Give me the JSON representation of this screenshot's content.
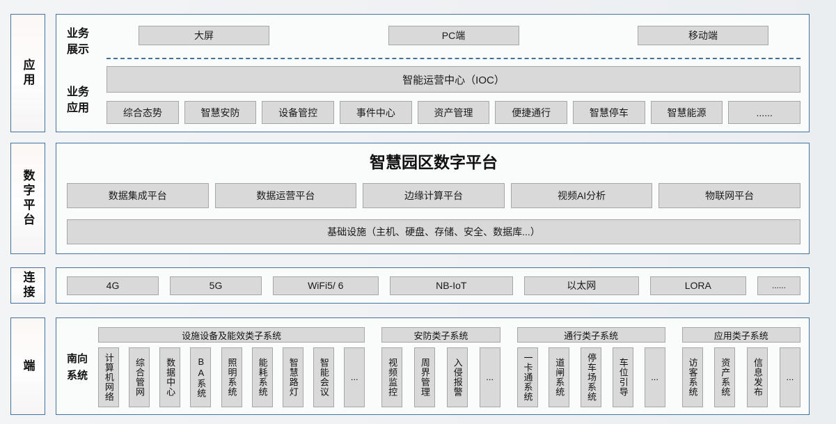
{
  "colors": {
    "accent_border": "#41719C",
    "block_fill": "#D9D9D9",
    "block_border": "#A6A6A6",
    "panel_bg": "#FAFBFB",
    "page_bg": "#EEF0F2"
  },
  "left_labels": [
    "应用",
    "数字平台",
    "连接",
    "端"
  ],
  "app": {
    "display_label": "业务展示",
    "display_items": [
      "大屏",
      "PC端",
      "移动端"
    ],
    "business_label": "业务应用",
    "ioc": "智能运营中心（IOC）",
    "business_items": [
      "综合态势",
      "智慧安防",
      "设备管控",
      "事件中心",
      "资产管理",
      "便捷通行",
      "智慧停车",
      "智慧能源",
      "......"
    ]
  },
  "platform": {
    "title": "智慧园区数字平台",
    "platforms": [
      "数据集成平台",
      "数据运营平台",
      "边缘计算平台",
      "视频AI分析",
      "物联网平台"
    ],
    "infrastructure": "基础设施（主机、硬盘、存储、安全、数据库...）"
  },
  "connect": {
    "items": [
      "4G",
      "5G",
      "WiFi5/ 6",
      "NB-IoT",
      "以太网",
      "LORA",
      "......"
    ]
  },
  "device": {
    "south_label": "南向系统",
    "groups": [
      {
        "title": "设施设备及能效类子系统",
        "items": [
          "计算机网络",
          "综合管网",
          "数据中心",
          "BA系统",
          "照明系统",
          "能耗系统",
          "智慧路灯",
          "智能会议",
          "..."
        ]
      },
      {
        "title": "安防类子系统",
        "items": [
          "视频监控",
          "周界管理",
          "入侵报警",
          "..."
        ]
      },
      {
        "title": "通行类子系统",
        "items": [
          "一卡通系统",
          "道闸系统",
          "停车场系统",
          "车位引导",
          "..."
        ]
      },
      {
        "title": "应用类子系统",
        "items": [
          "访客系统",
          "资产系统",
          "信息发布",
          "..."
        ]
      }
    ]
  }
}
